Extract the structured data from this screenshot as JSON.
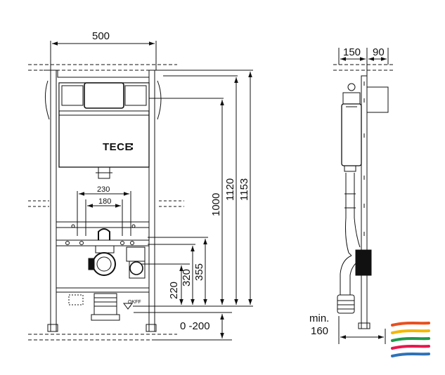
{
  "front_view": {
    "width_label": "500",
    "spacing_outer_label": "230",
    "spacing_inner_label": "180",
    "brand": "TECE",
    "floor_label": "OKFF",
    "heights": {
      "h220": "220",
      "h320": "320",
      "h355": "355",
      "h1000": "1000",
      "h1120": "1120",
      "h1153": "1153"
    },
    "floor_adjust_label": "0 -200"
  },
  "side_view": {
    "depth_label": "150",
    "depth_extra_label": "90",
    "min_label": "min.",
    "min_value": "160"
  },
  "logo_stripes": [
    "#e8501f",
    "#f2b705",
    "#1e9a4c",
    "#e8174e",
    "#2d72b8"
  ]
}
